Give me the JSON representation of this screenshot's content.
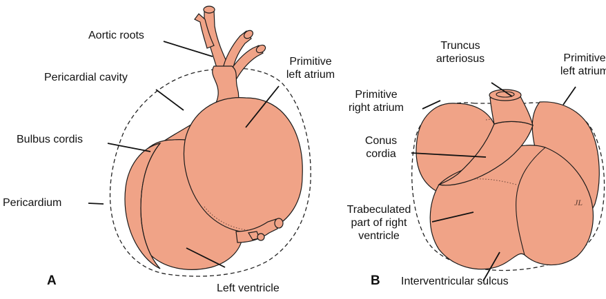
{
  "colors": {
    "tissue": "#f0a387",
    "outline": "#1a1a1a",
    "background": "#ffffff"
  },
  "panel_a": {
    "letter": "A",
    "labels": {
      "aortic_roots": "Aortic roots",
      "pericardial_cavity": "Pericardial cavity",
      "bulbus_cordis": "Bulbus cordis",
      "pericardium": "Pericardium",
      "primitive_left_atrium": [
        "Primitive",
        "left atrium"
      ],
      "left_ventricle": "Left ventricle"
    }
  },
  "panel_b": {
    "letter": "B",
    "labels": {
      "truncus_arteriosus": [
        "Truncus",
        "arteriosus"
      ],
      "primitive_right_atrium": [
        "Primitive",
        "right atrium"
      ],
      "primitive_left_atrium": [
        "Primitive",
        "left atrium"
      ],
      "conus_cordia": [
        "Conus",
        "cordia"
      ],
      "trabeculated_part": [
        "Trabeculated",
        "part of right",
        "ventricle"
      ],
      "interventricular_sulcus": "Interventricular sulcus"
    }
  }
}
